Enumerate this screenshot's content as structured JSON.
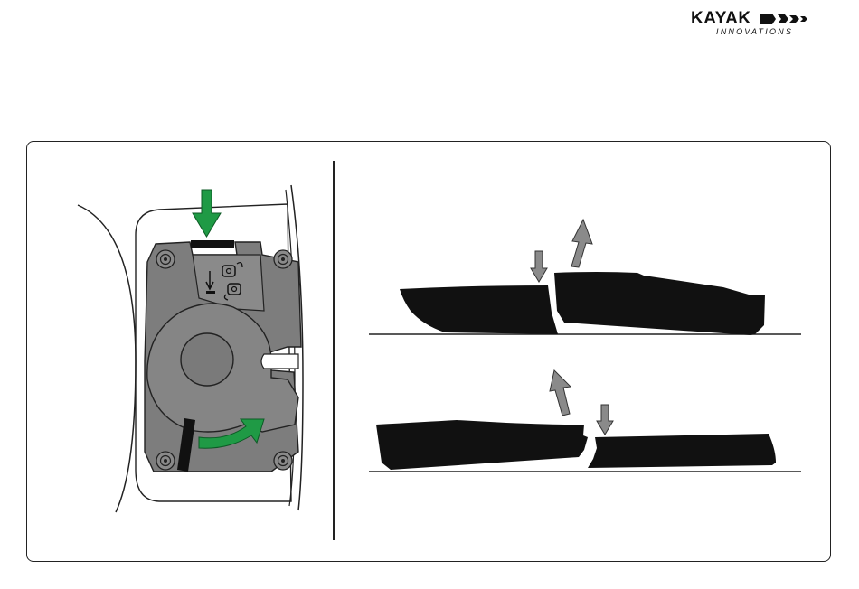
{
  "brand": {
    "name": "KAYAK",
    "subtitle": "INNOVATIONS",
    "icon": "hull-arrows-logo-mark"
  },
  "colors": {
    "green_arrow": "#1f9a45",
    "gray_arrow": "#8a8a8a",
    "mechanism_gray": "#7d7d7d",
    "hull_black": "#111111"
  },
  "illustration": {
    "left": "latch-mechanism-with-push-down-and-rotate-arrows",
    "right_top": "hull-sections-separating-front-up",
    "right_bottom": "hull-sections-separating-rear-up"
  }
}
